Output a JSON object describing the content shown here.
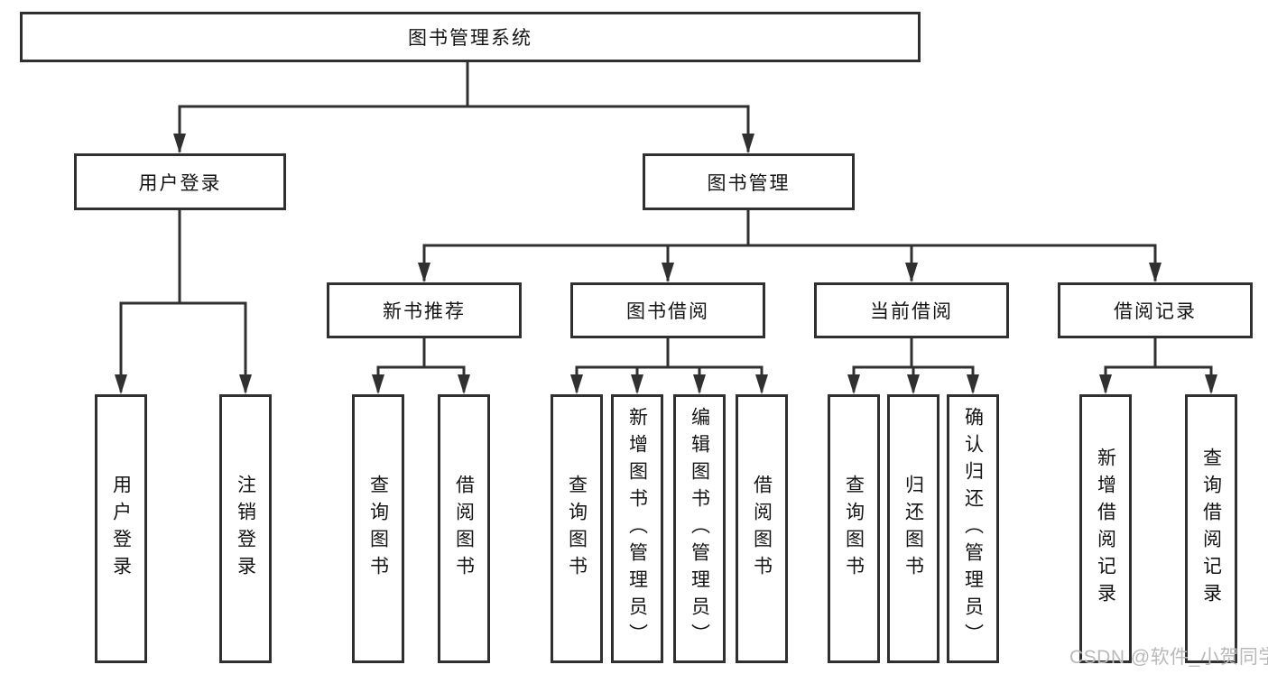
{
  "tree": {
    "label": "图书管理系统",
    "children": [
      {
        "label": "用户登录",
        "children": [
          {
            "label": "用户登录"
          },
          {
            "label": "注销登录"
          }
        ]
      },
      {
        "label": "图书管理",
        "children": [
          {
            "label": "新书推荐",
            "children": [
              {
                "label": "查询图书"
              },
              {
                "label": "借阅图书"
              }
            ]
          },
          {
            "label": "图书借阅",
            "children": [
              {
                "label": "查询图书"
              },
              {
                "label": "新增图书（管理员）"
              },
              {
                "label": "编辑图书（管理员）"
              },
              {
                "label": "借阅图书"
              }
            ]
          },
          {
            "label": "当前借阅",
            "children": [
              {
                "label": "查询图书"
              },
              {
                "label": "归还图书"
              },
              {
                "label": "确认归还（管理员）"
              }
            ]
          },
          {
            "label": "借阅记录",
            "children": [
              {
                "label": "新增借阅记录"
              },
              {
                "label": "查询借阅记录"
              }
            ]
          }
        ]
      }
    ]
  },
  "watermark": "CSDN @软件_小贺同学",
  "colors": {
    "line": "#303030",
    "text": "#141414",
    "watermark": "#b9b9b9",
    "background": "#ffffff"
  }
}
